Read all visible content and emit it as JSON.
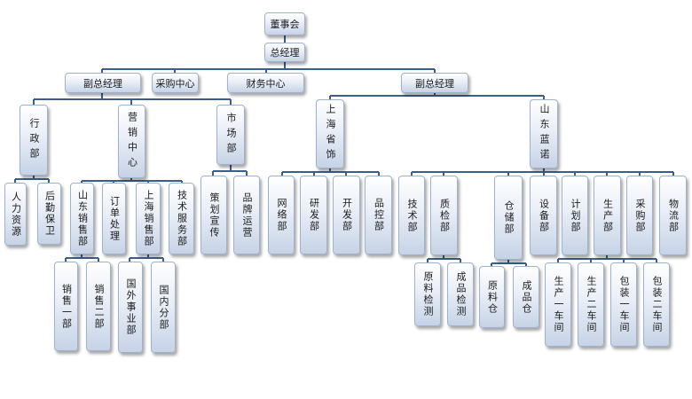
{
  "title": "组织架构图",
  "colors": {
    "line": "#3b5f8c",
    "box_border": "#9fb2cc"
  },
  "nodes": {
    "board": "董事会",
    "gm": "总经理",
    "vgm_left": "副总经理",
    "purchasing_center": "采购中心",
    "finance_center": "财务中心",
    "vgm_right": "副总经理",
    "admin": "行政部",
    "marketing_center": "营销中心",
    "market": "市场部",
    "hr": "人力资源",
    "logistics": "后勤保卫",
    "shandong_sales": "山东销售部",
    "order": "订单处理",
    "shanghai_sales": "上海销售部",
    "tech_service": "技术服务部",
    "sales1": "销售一部",
    "sales2": "销售二部",
    "intl": "国外事业部",
    "domestic": "国内分部",
    "planning": "策划宣传",
    "brand": "品牌运营",
    "shanghai_ys": "上海省饰",
    "shandong_ln": "山东蓝诺",
    "network": "网络部",
    "rnd": "研发部",
    "dev": "开发部",
    "qc_ctrl": "品控部",
    "tech": "技术部",
    "qi": "质检部",
    "raw_inspect": "原料检测",
    "product_inspect": "成品检测",
    "warehouse": "仓储部",
    "raw_wh": "原料仓",
    "product_wh": "成品仓",
    "equipment": "设备部",
    "plan": "计划部",
    "production": "生产部",
    "procurement": "采购部",
    "logistics_dept": "物流部",
    "prod_ws1": "生产一车间",
    "prod_ws2": "生产二车间",
    "pack_ws1": "包装一车间",
    "pack_ws2": "包装二车间"
  }
}
